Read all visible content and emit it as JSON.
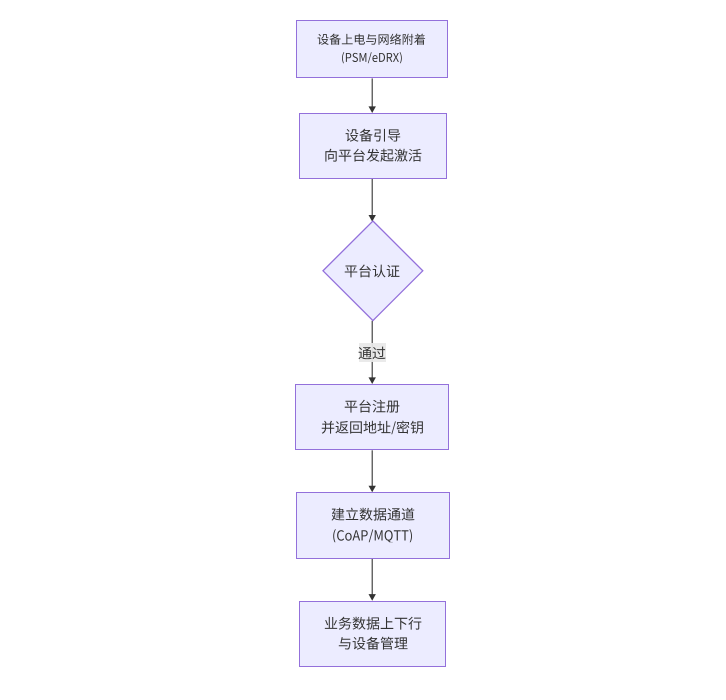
{
  "diagram": {
    "type": "flowchart-top-down",
    "background": "#ffffff",
    "node_fill": "#ECECFF",
    "node_border": "#9370DB",
    "text_color": "#333333",
    "arrow_color": "#333333",
    "edge_label_background": "#e8e8e8",
    "nodes": [
      {
        "id": "power-attach",
        "shape": "rectangle",
        "lines": [
          "设备上电与网络附着",
          "(PSM/eDRX)"
        ]
      },
      {
        "id": "bootstrap",
        "shape": "rectangle",
        "lines": [
          "设备引导",
          "向平台发起激活"
        ]
      },
      {
        "id": "platform-auth",
        "shape": "diamond",
        "lines": [
          "平台认证"
        ]
      },
      {
        "id": "register",
        "shape": "rectangle",
        "lines": [
          "平台注册",
          "并返回地址/密钥"
        ]
      },
      {
        "id": "data-channel",
        "shape": "rectangle",
        "lines": [
          "建立数据通道",
          "(CoAP/MQTT)"
        ]
      },
      {
        "id": "business",
        "shape": "rectangle",
        "lines": [
          "业务数据上下行",
          "与设备管理"
        ]
      }
    ],
    "edges": [
      {
        "from": "power-attach",
        "to": "bootstrap",
        "label": ""
      },
      {
        "from": "bootstrap",
        "to": "platform-auth",
        "label": ""
      },
      {
        "from": "platform-auth",
        "to": "register",
        "label": "通过"
      },
      {
        "from": "register",
        "to": "data-channel",
        "label": ""
      },
      {
        "from": "data-channel",
        "to": "business",
        "label": ""
      }
    ]
  }
}
